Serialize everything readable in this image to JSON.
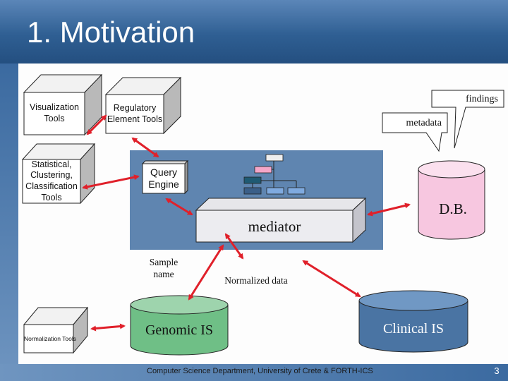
{
  "slide": {
    "title": "1. Motivation",
    "footer": "Computer Science Department, University of Crete & FORTH-ICS",
    "page_number": "3"
  },
  "tools": {
    "visualization": "Visualization Tools",
    "regulatory": "Regulatory Element Tools",
    "statistical": "Statistical, Clustering, Classification Tools",
    "normalization": "Normalization Tools"
  },
  "components": {
    "query_engine": "Query Engine",
    "mediator": "mediator",
    "db": "D.B.",
    "genomic_is": "Genomic IS",
    "clinical_is": "Clinical IS"
  },
  "callouts": {
    "findings": "findings",
    "metadata": "metadata"
  },
  "labels": {
    "sample_name": "Sample name",
    "normalized_data": "Normalized data"
  },
  "colors": {
    "title_bar": "#2f5f93",
    "mediator_panel": "#5f85b0",
    "genomic_is": "#6fbf86",
    "clinical_is": "#4a74a3",
    "db": "#f7c7e0",
    "arrow": "#e0202a",
    "box": "#ffffff"
  }
}
